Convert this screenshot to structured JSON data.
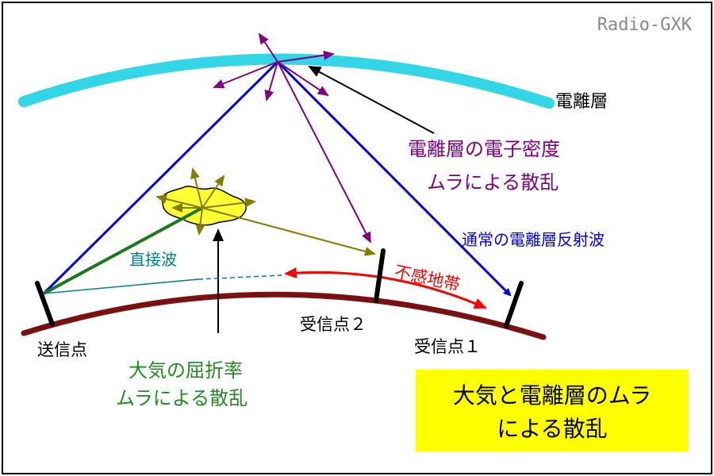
{
  "watermark": "Radio-GXK",
  "labels": {
    "ionosphere": "電離層",
    "ionosphere_scatter_line1": "電離層の電子密度",
    "ionosphere_scatter_line2": "ムラによる散乱",
    "normal_reflection": "通常の電離層反射波",
    "direct_wave": "直接波",
    "skip_zone": "不感地帯",
    "transmitter": "送信点",
    "receiver2": "受信点２",
    "receiver1": "受信点１",
    "atmos_scatter_line1": "大気の屈折率",
    "atmos_scatter_line2": "ムラによる散乱"
  },
  "caption": {
    "line1": "大気と電離層のムラ",
    "line2": "による散乱"
  },
  "colors": {
    "border": "#000000",
    "ionosphere": "#33d6e6",
    "ground": "#7a1010",
    "normal_wave": "#0000ee",
    "ionosphere_scatter": "#800080",
    "atmos_scatter": "#808000",
    "direct_wave": "#008080",
    "transmitter_ray": "#1a7a1a",
    "skip_zone": "#ff0000",
    "blob": "#ffff33",
    "caption_bg": "#ffff00",
    "atmos_label": "#228b22"
  }
}
